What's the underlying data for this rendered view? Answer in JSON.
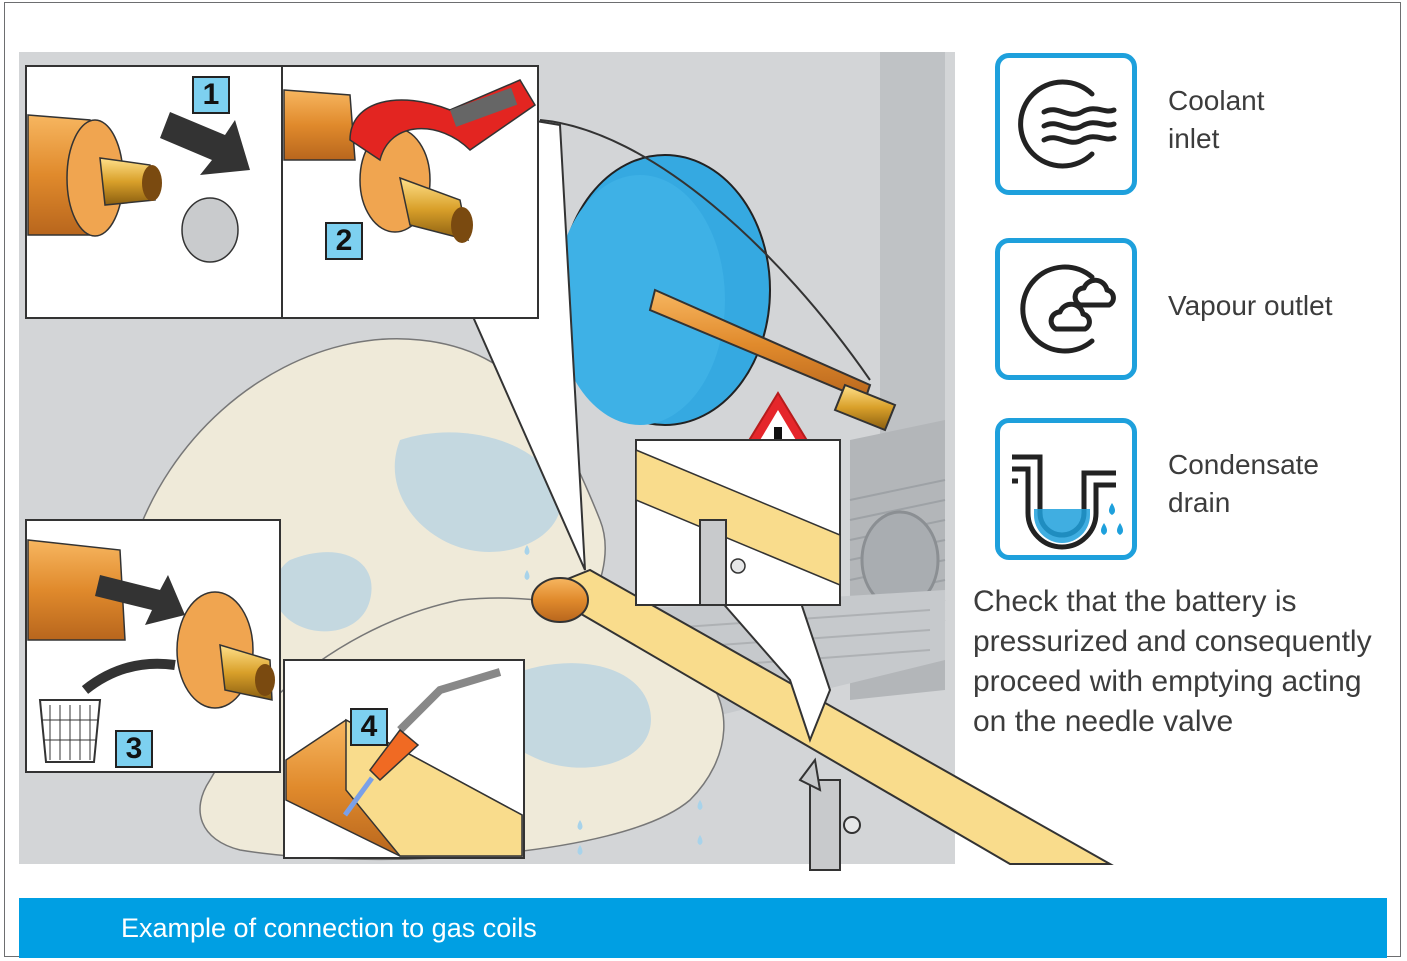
{
  "steps": [
    "1",
    "2",
    "3",
    "4"
  ],
  "legend": [
    {
      "icon": "coolant-inlet-icon",
      "label": "Coolant\ninlet"
    },
    {
      "icon": "vapour-outlet-icon",
      "label": "Vapour outlet"
    },
    {
      "icon": "condensate-drain-icon",
      "label": "Condensate\ndrain"
    }
  ],
  "note": "Check that the battery is pressurized and consequently proceed with emptying acting on the needle valve",
  "caption": "Example of connection to gas coils",
  "colors": {
    "accent": "#009fe3",
    "icon_border": "#1ea0dc",
    "step_badge": "#7dd0f0",
    "pipe": "#f9dc8c",
    "copper": "#e79b3c"
  }
}
